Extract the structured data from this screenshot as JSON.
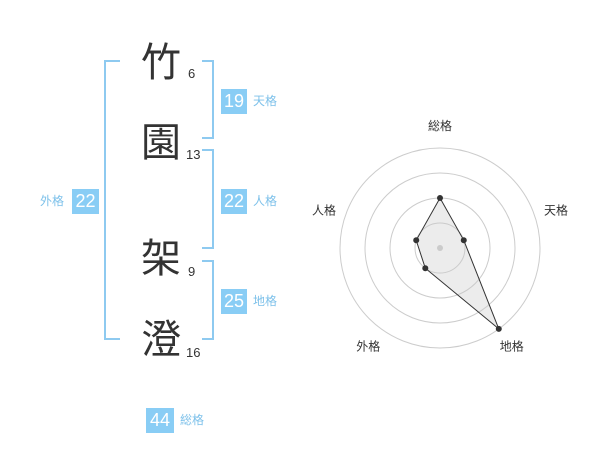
{
  "characters": [
    {
      "char": "竹",
      "strokes": "6"
    },
    {
      "char": "園",
      "strokes": "13"
    },
    {
      "char": "架",
      "strokes": "9"
    },
    {
      "char": "澄",
      "strokes": "16"
    }
  ],
  "scores": {
    "tenkaku": {
      "value": "19",
      "label": "天格"
    },
    "jinkaku": {
      "value": "22",
      "label": "人格"
    },
    "chikaku": {
      "value": "25",
      "label": "地格"
    },
    "gaikaku": {
      "value": "22",
      "label": "外格"
    },
    "soukaku": {
      "value": "44",
      "label": "総格"
    }
  },
  "colors": {
    "accent": "#89cdf5",
    "bracket": "#8ecaf0",
    "label": "#7dc1ea",
    "text": "#333333"
  },
  "chart_data": {
    "type": "radar",
    "axes": [
      "総格",
      "天格",
      "地格",
      "外格",
      "人格"
    ],
    "values": [
      2,
      1,
      4,
      1,
      1
    ],
    "range": [
      0,
      4
    ],
    "rings": 4
  }
}
